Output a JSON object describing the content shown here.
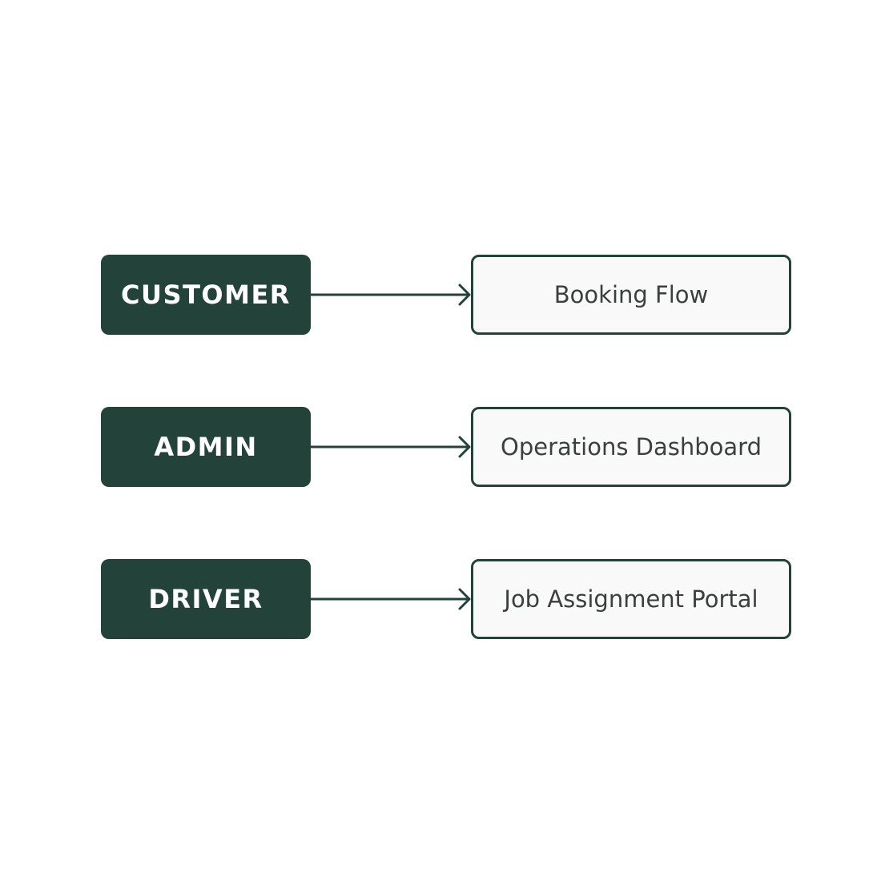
{
  "diagram": {
    "rows": [
      {
        "role": "CUSTOMER",
        "target": "Booking Flow"
      },
      {
        "role": "ADMIN",
        "target": "Operations Dashboard"
      },
      {
        "role": "DRIVER",
        "target": "Job Assignment Portal"
      }
    ]
  },
  "colors": {
    "role_fill": "#234239",
    "role_text": "#ffffff",
    "target_fill": "#f9f9f9",
    "target_border": "#234239",
    "target_text": "#3b3f3d",
    "arrow": "#234239"
  }
}
